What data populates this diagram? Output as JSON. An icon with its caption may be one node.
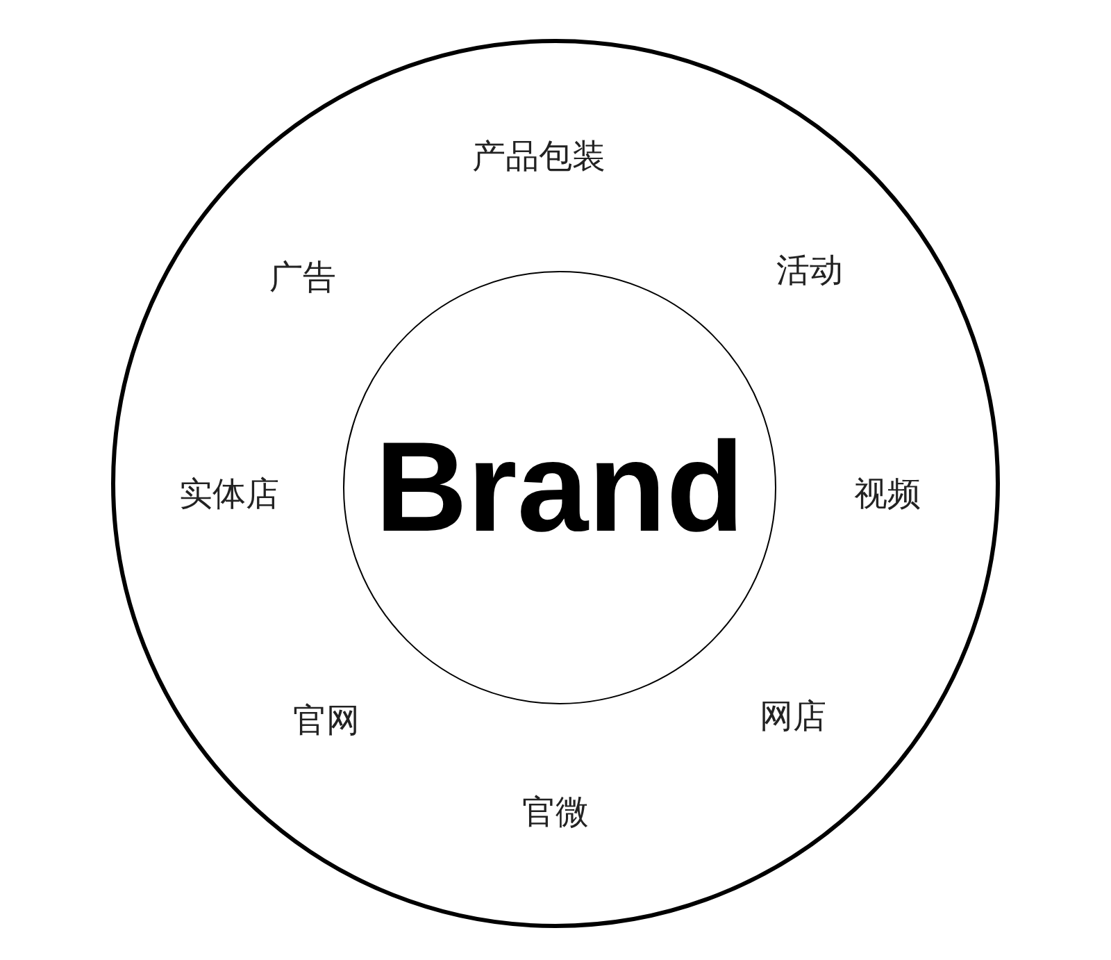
{
  "diagram": {
    "nodes": [
      {
        "text": [],
        "shape": "circle"
      },
      {
        "text": [
          "Brand"
        ],
        "in": 0
      }
    ],
    "labels": [
      "产品包装",
      "广告",
      "活动",
      "实体店",
      "视频",
      "官网",
      "网店",
      "官微"
    ]
  }
}
